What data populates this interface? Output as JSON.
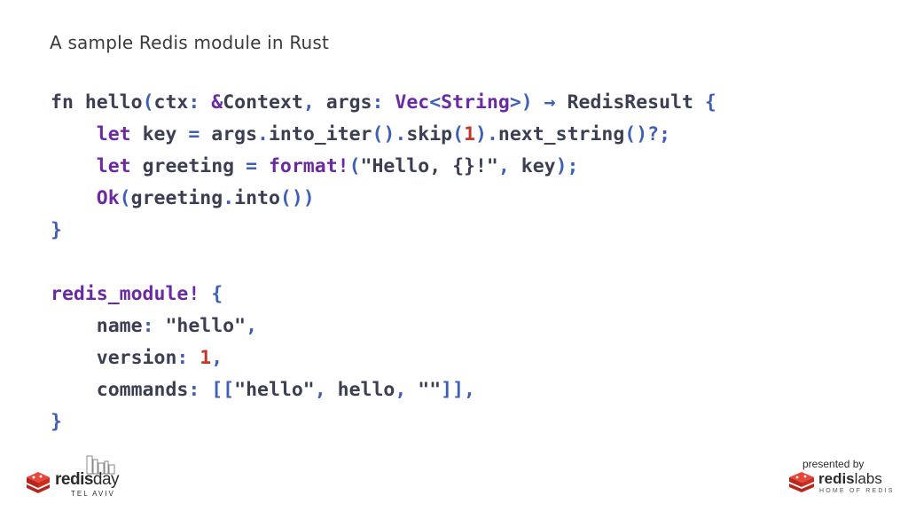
{
  "slide": {
    "title": "A sample Redis module in Rust"
  },
  "code": {
    "l1": {
      "a": "fn",
      "b": " hello",
      "c": "(",
      "d": "ctx",
      "e": ": ",
      "f": "&",
      "g": "Context",
      "h": ", ",
      "i": "args",
      "j": ": ",
      "k": "Vec",
      "l": "<",
      "m": "String",
      "n": ">)",
      "o": " → ",
      "p": "RedisResult ",
      "q": "{"
    },
    "l2": {
      "a": "    let ",
      "b": "key",
      "c": " = ",
      "d": "args",
      "e": ".",
      "f": "into_iter",
      "g": "().",
      "h": "skip",
      "i": "(",
      "j": "1",
      "k": ").",
      "l": "next_string",
      "m": "()?;"
    },
    "l3": {
      "a": "    let ",
      "b": "greeting",
      "c": " = ",
      "d": "format!",
      "e": "(",
      "f": "\"Hello, {}!\"",
      "g": ", ",
      "h": "key",
      "i": ");"
    },
    "l4": {
      "a": "    ",
      "b": "Ok",
      "c": "(",
      "d": "greeting",
      "e": ".",
      "f": "into",
      "g": "())"
    },
    "l5": {
      "a": "}"
    },
    "l7": {
      "a": "redis_module!",
      "b": " {"
    },
    "l8": {
      "a": "    name",
      "b": ": ",
      "c": "\"hello\"",
      "d": ","
    },
    "l9": {
      "a": "    version",
      "b": ": ",
      "c": "1",
      "d": ","
    },
    "l10": {
      "a": "    commands",
      "b": ": ",
      "c": "[[",
      "d": "\"hello\"",
      "e": ", ",
      "f": "hello",
      "g": ", ",
      "h": "\"\"",
      "i": "]],"
    },
    "l11": {
      "a": "}"
    }
  },
  "footer": {
    "left_logo": {
      "word_a": "redis",
      "word_b": "day",
      "sub": "TEL AVIV"
    },
    "right_logo": {
      "presented": "presented by",
      "word_a": "redis",
      "word_b": "labs",
      "sub": "HOME OF REDIS"
    }
  },
  "colors": {
    "keyword": "#3a3f53",
    "macro": "#6c2aa2",
    "punctuation": "#3d5fb8",
    "number": "#c0392b",
    "logo_red": "#d82c20"
  }
}
